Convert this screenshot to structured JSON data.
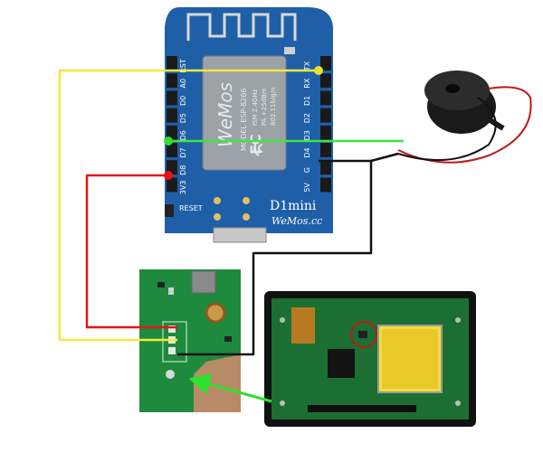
{
  "board": {
    "pins_left": [
      "RST",
      "A0",
      "D0",
      "D5",
      "D6",
      "D7",
      "D8",
      "3V3"
    ],
    "pins_right": [
      "TX",
      "RX",
      "D1",
      "D2",
      "D3",
      "D4",
      "G",
      "5V"
    ],
    "reset_label": "RESET",
    "model_name": "D1mini",
    "website": "WeMos.cc",
    "chip": {
      "brand": "WeMos",
      "model": "MODEL ESP-8266",
      "ism": "ISM 2.4GHz",
      "pa": "PA +25dBm",
      "wifi": "802.11b/g/n"
    }
  },
  "colors": {
    "board_blue": "#1f5fa8",
    "wire_yellow": "#f2ea3a",
    "wire_green": "#3ee63e",
    "wire_red": "#e81515",
    "wire_black": "#111111",
    "arrow_green": "#2fe02f",
    "pcb_green": "#1e8a3e"
  },
  "icons": [
    "antenna-trace",
    "fcc-logo",
    "wifi-logo",
    "buzzer",
    "arrow"
  ]
}
